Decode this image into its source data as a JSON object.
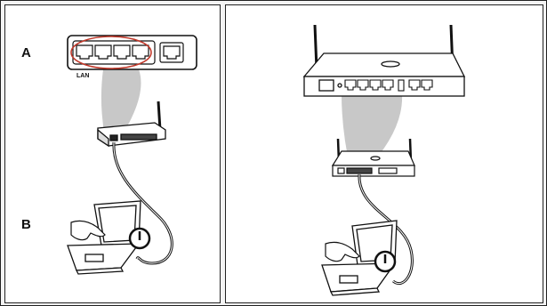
{
  "labels": {
    "step_a": "A",
    "step_b": "B",
    "lan": "LAN"
  },
  "colors": {
    "line": "#111111",
    "beam": "#c8c8c8",
    "highlight": "#c0392b"
  },
  "icons": [
    "router-icon",
    "lan-port-closeup-icon",
    "laptop-icon",
    "power-icon",
    "hand-icon",
    "ethernet-cable-icon"
  ]
}
